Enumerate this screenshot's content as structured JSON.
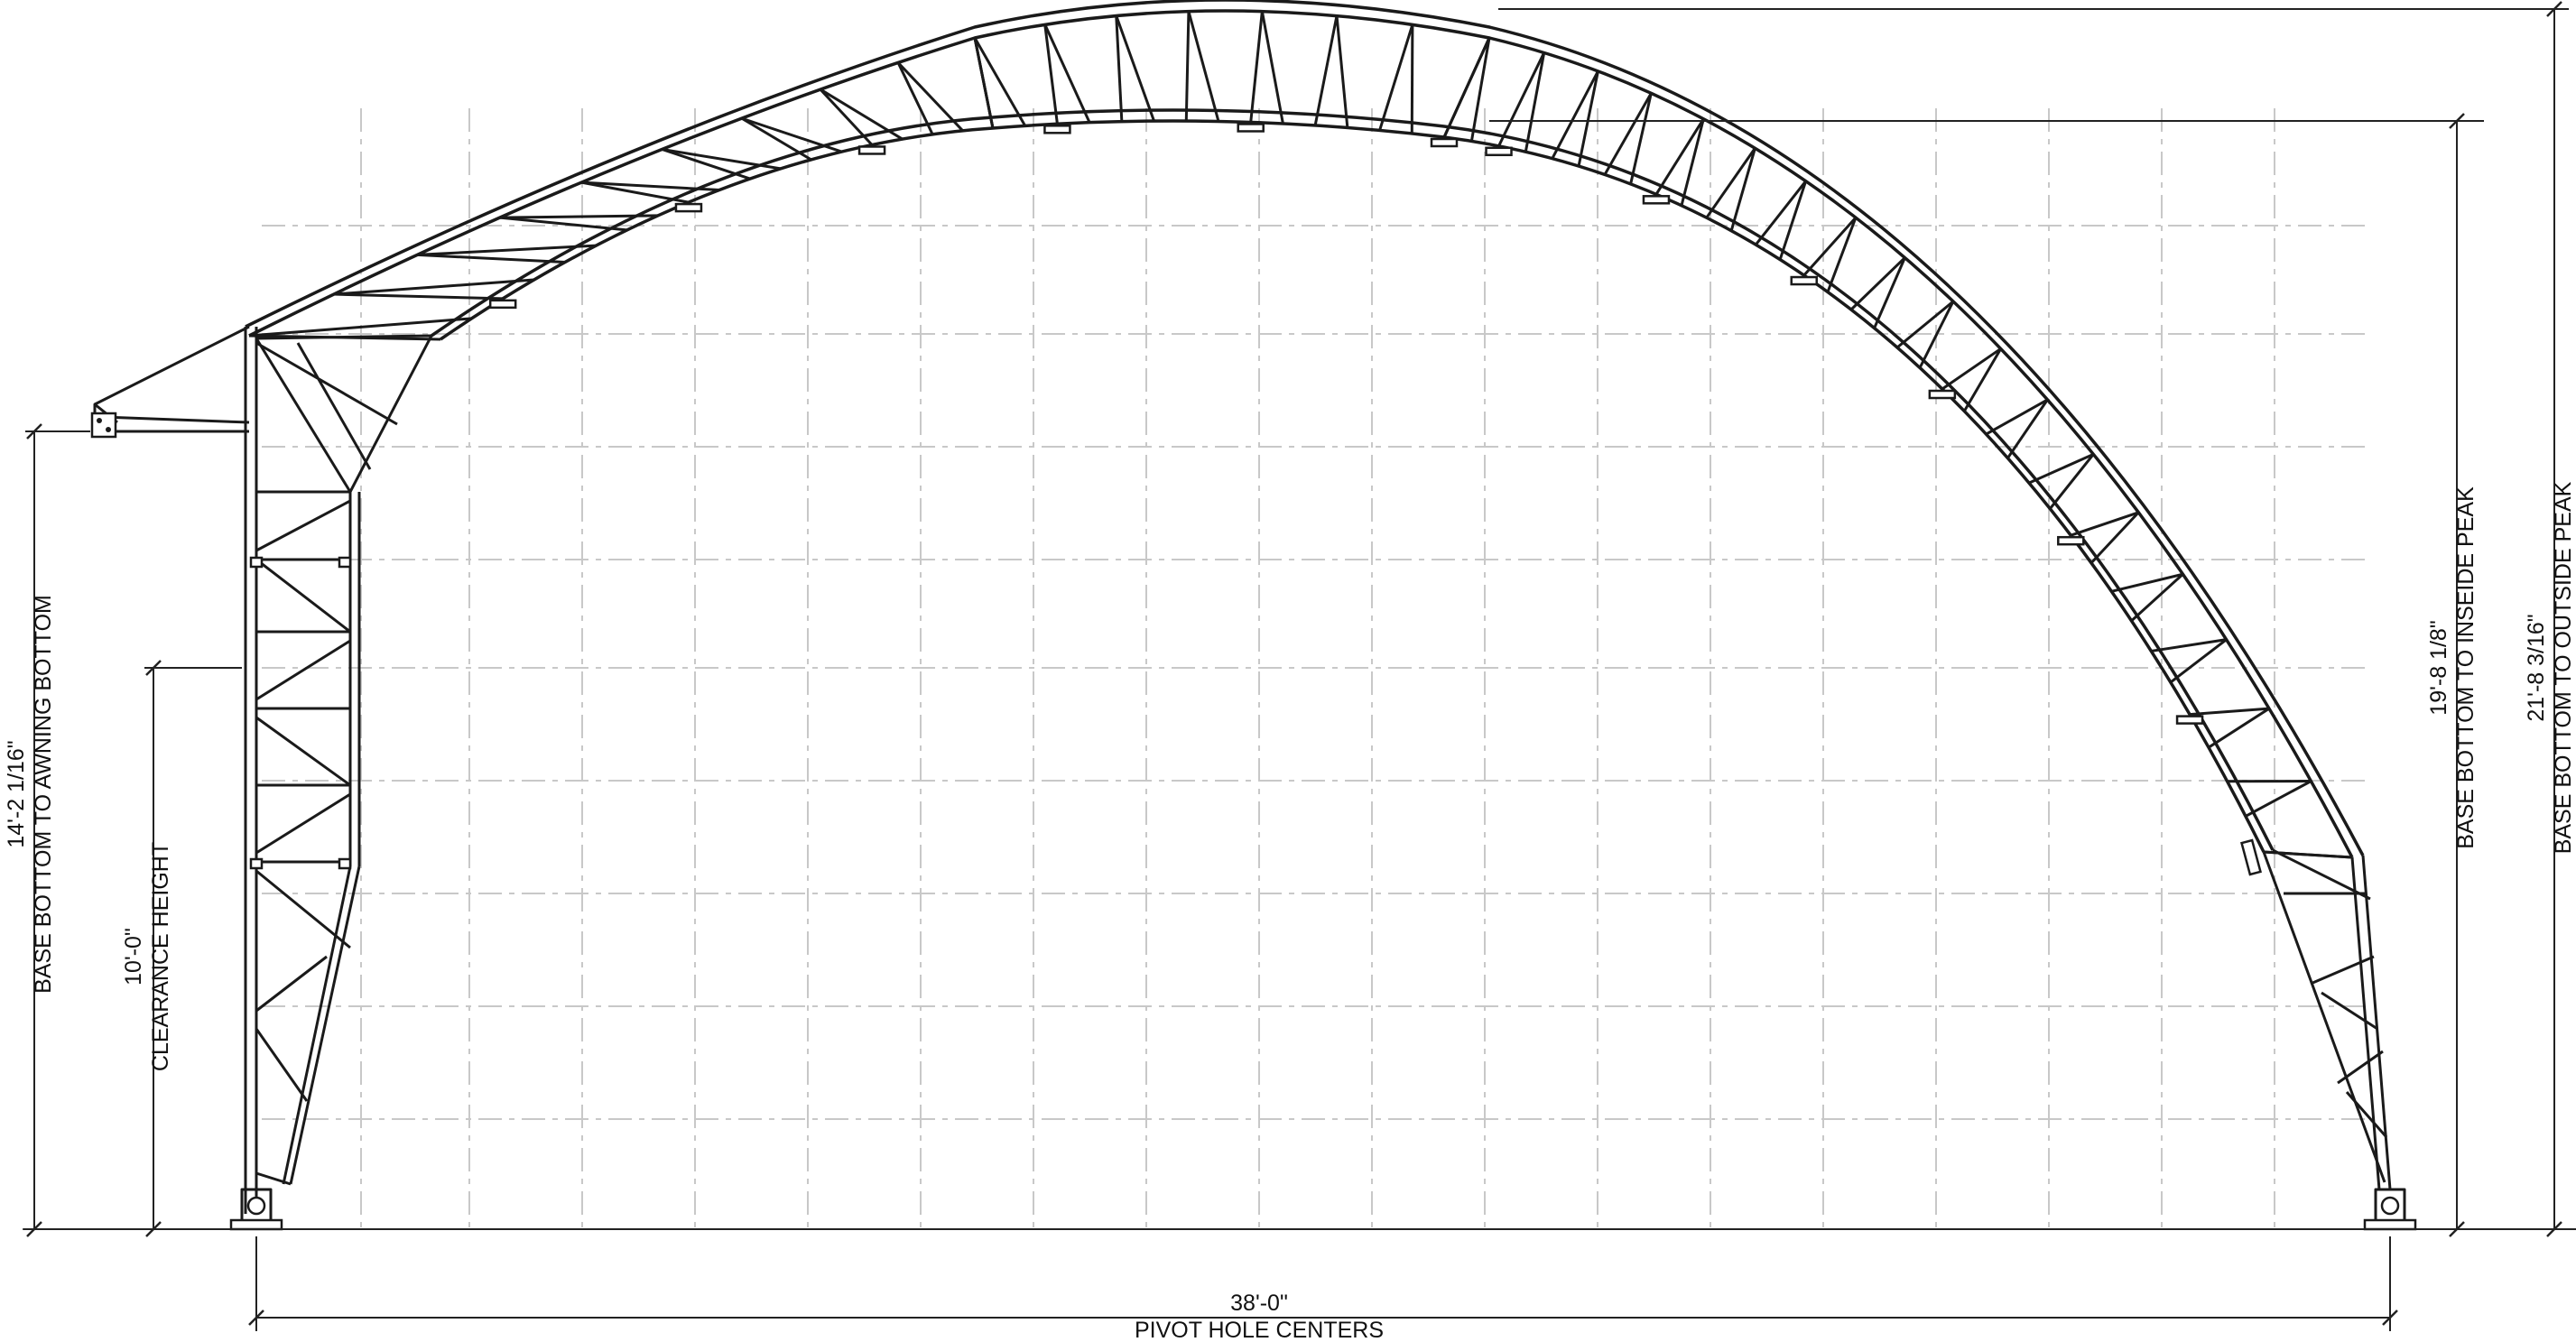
{
  "dimensions": {
    "base_to_awning_bottom": {
      "value": "14'-2 1/16\"",
      "label": "BASE BOTTOM TO AWNING BOTTOM"
    },
    "clearance_height": {
      "value": "10'-0\"",
      "label": "CLEARANCE HEIGHT"
    },
    "base_to_inside_peak": {
      "value": "19'-8 1/8\"",
      "label": "BASE BOTTOM TO INSEIDE PEAK"
    },
    "base_to_outside_peak": {
      "value": "21'-8 3/16\"",
      "label": "BASE BOTTOM TO OUTSIDE PEAK"
    },
    "pivot_hole_centers": {
      "value": "38'-0\"",
      "label": "PIVOT HOLE CENTERS"
    }
  }
}
